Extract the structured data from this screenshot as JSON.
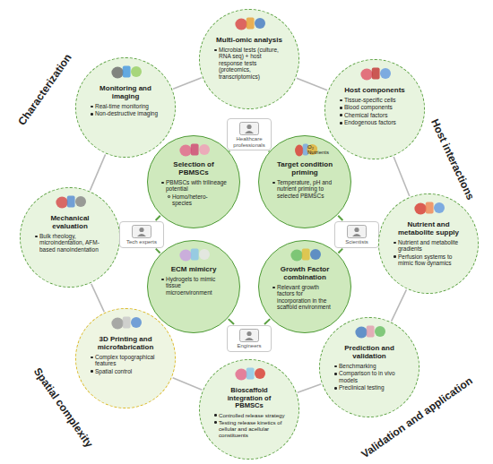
{
  "diagram": {
    "nodes": [
      {
        "text": [
          "Multi-omic analysis",
          "Microbial tests (culture, RNA seq) + host response tests (proteomics, transcriptomics)"
        ]
      },
      {
        "text": [
          "Monitoring and imaging",
          "Real-time monitoring",
          "Non-destructive imaging"
        ]
      },
      {
        "text": [
          "Host components",
          "Tissue-specific cells",
          "Blood components",
          "Chemical factors",
          "Endogenous factors"
        ]
      },
      {
        "text": [
          "Healthcare professionals"
        ]
      },
      {
        "text": [
          "Selection of PBMSCs",
          "PBMSCs with trilineage potential",
          "Homo/hetero-species"
        ]
      },
      {
        "text": [
          "Target condition priming",
          "Temperature, pH and nutrient priming to selected PBMSCs"
        ]
      },
      {
        "text": [
          "Mechanical evaluation",
          "Bulk rheology, microindentation, AFM-based nanoindentation"
        ]
      },
      {
        "text": [
          "Tech experts"
        ]
      },
      {
        "text": [
          "Scientists"
        ]
      },
      {
        "text": [
          "Nutrient and metabolite supply",
          "Nutrient and metabolite gradients",
          "Perfusion systems to mimic flow dynamics"
        ]
      },
      {
        "text": [
          "ECM mimicry",
          "Hydrogels to mimic tissue microenvironment"
        ]
      },
      {
        "text": [
          "Growth Factor combination",
          "Relevant growth factors for incorporation in the scaffold environment"
        ]
      },
      {
        "text": [
          "Engineers"
        ]
      },
      {
        "text": [
          "3D Printing and microfabrication",
          "Complex topographical features",
          "Spatial control"
        ]
      },
      {
        "text": [
          "Prediction and validation",
          "Benchmarking",
          "Comparison to in vivo models",
          "Preclinical testing"
        ]
      },
      {
        "text": [
          "Bioscaffold integration of PBMSCs",
          "Controlled release strategy",
          "Testing release kinetics of cellular and acellular constituents"
        ]
      }
    ],
    "edges": [
      {
        "from": 0,
        "to": 2,
        "arrow": "none"
      },
      {
        "from": 2,
        "to": 9,
        "arrow": "none"
      },
      {
        "from": 9,
        "to": 14,
        "arrow": "none"
      },
      {
        "from": 14,
        "to": 15,
        "arrow": "none"
      },
      {
        "from": 15,
        "to": 13,
        "arrow": "none"
      },
      {
        "from": 13,
        "to": 6,
        "arrow": "none"
      },
      {
        "from": 6,
        "to": 1,
        "arrow": "none"
      },
      {
        "from": 1,
        "to": 0,
        "arrow": "none"
      },
      {
        "from": 4,
        "to": 3,
        "arrow": "none"
      },
      {
        "from": 3,
        "to": 5,
        "arrow": "none"
      },
      {
        "from": 5,
        "to": 8,
        "arrow": "none"
      },
      {
        "from": 8,
        "to": 11,
        "arrow": "none"
      },
      {
        "from": 11,
        "to": 12,
        "arrow": "none"
      },
      {
        "from": 12,
        "to": 10,
        "arrow": "none"
      },
      {
        "from": 10,
        "to": 7,
        "arrow": "none"
      },
      {
        "from": 7,
        "to": 4,
        "arrow": "none"
      }
    ],
    "labels": [
      "Characterization",
      "Host interactions",
      "O₂",
      "Nutrients",
      "Spatial complexity",
      "Validation and application"
    ]
  }
}
